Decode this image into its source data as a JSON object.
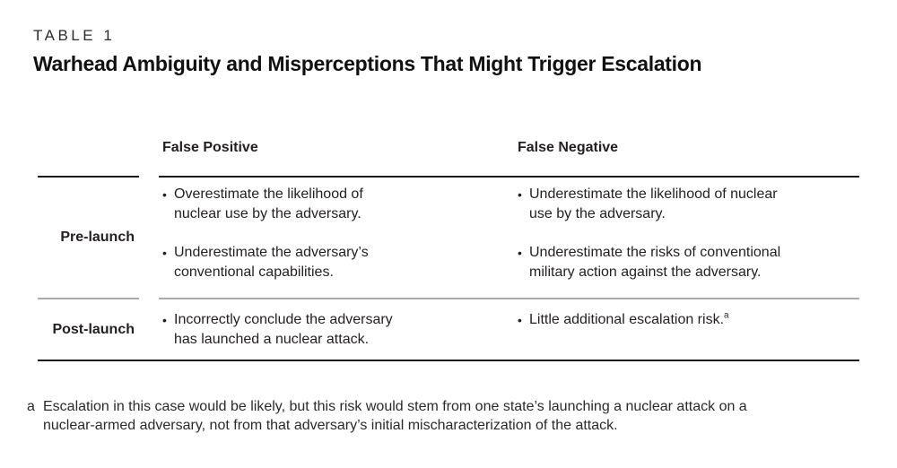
{
  "kicker": "TABLE 1",
  "title": "Warhead Ambiguity and Misperceptions That Might Trigger Escalation",
  "bullet_glyph": "•",
  "columns": {
    "false_positive": "False Positive",
    "false_negative": "False Negative"
  },
  "rows": [
    {
      "label": "Pre-launch",
      "false_positive": [
        "Overestimate the likelihood of\nnuclear use by the adversary.",
        "Underestimate the adversary’s\nconventional capabilities."
      ],
      "false_negative": [
        "Underestimate the likelihood of nuclear\nuse by the adversary.",
        "Underestimate the risks of conventional\nmilitary action against the adversary."
      ]
    },
    {
      "label": "Post-launch",
      "false_positive": [
        "Incorrectly conclude the adversary\nhas launched a nuclear attack."
      ],
      "false_negative": [
        "Little additional escalation risk."
      ],
      "false_negative_note_ref": "a"
    }
  ],
  "footnote": {
    "marker": "a",
    "text": "Escalation in this case would be likely, but this risk would stem from one state’s launching a nuclear attack on a\nnuclear-armed adversary, not from that adversary’s initial mischaracterization of the attack."
  },
  "colors": {
    "text": "#231f20",
    "rule_black": "#1a1a1a",
    "rule_gray": "#a8aaad",
    "background": "#ffffff"
  }
}
